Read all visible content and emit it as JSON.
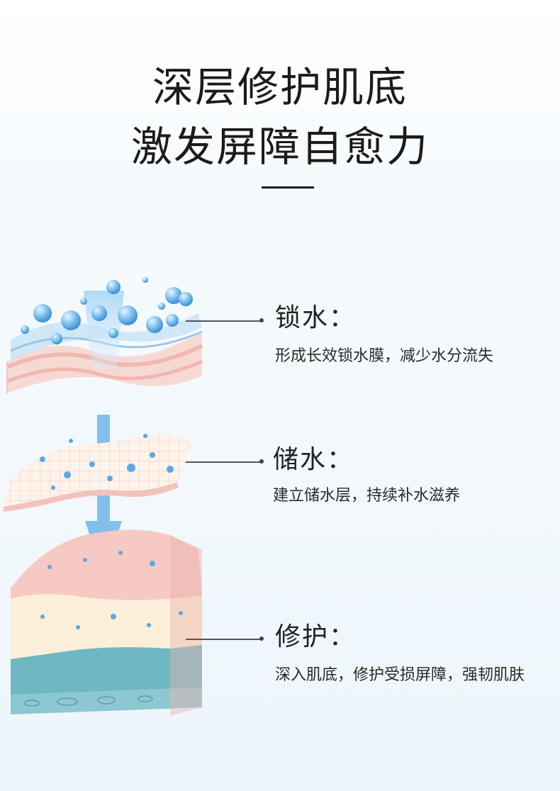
{
  "headline": {
    "line1": "深层修护肌底",
    "line2": "激发屏障自愈力"
  },
  "features": [
    {
      "title": "锁水：",
      "description": "形成长效锁水膜，减少水分流失"
    },
    {
      "title": "储水：",
      "description": "建立储水层，持续补水滋养"
    },
    {
      "title": "修护：",
      "description": "深入肌底，修护受损屏障，强韧肌肤"
    }
  ],
  "colors": {
    "arrow": "#6fb6e8",
    "skin_pink": "#f6c9c5",
    "skin_cream": "#fcefd9",
    "water_drop": "#5aa9e6",
    "deep_layer": "#6fb7c2"
  }
}
